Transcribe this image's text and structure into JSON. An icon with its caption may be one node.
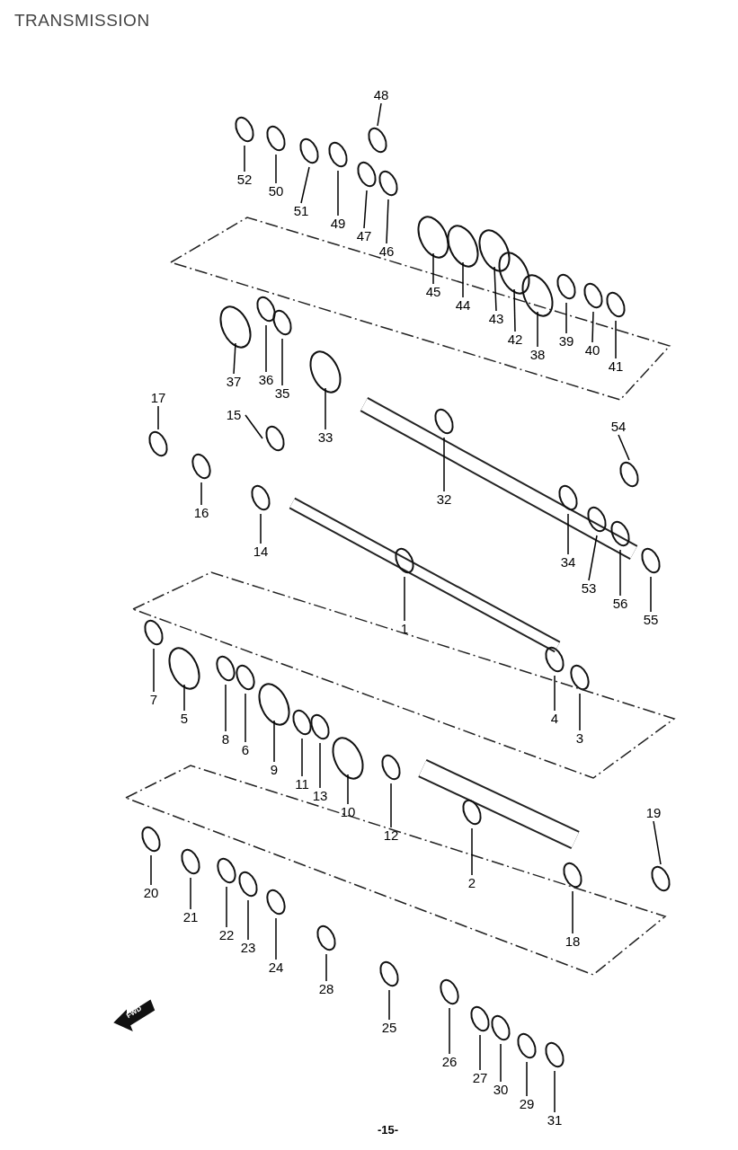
{
  "diagram": {
    "title": "TRANSMISSION",
    "nodes": [
      {
        "text": [
          "48"
        ]
      },
      {
        "text": [
          "52"
        ]
      },
      {
        "text": [
          "50"
        ]
      },
      {
        "text": [
          "51"
        ]
      },
      {
        "text": [
          "49"
        ]
      },
      {
        "text": [
          "47"
        ]
      },
      {
        "text": [
          "46"
        ]
      },
      {
        "text": [
          "45"
        ]
      },
      {
        "text": [
          "44"
        ]
      },
      {
        "text": [
          "43"
        ]
      },
      {
        "text": [
          "42"
        ]
      },
      {
        "text": [
          "38"
        ]
      },
      {
        "text": [
          "39"
        ]
      },
      {
        "text": [
          "40"
        ]
      },
      {
        "text": [
          "41"
        ]
      },
      {
        "text": [
          "37"
        ]
      },
      {
        "text": [
          "36"
        ]
      },
      {
        "text": [
          "35"
        ]
      },
      {
        "text": [
          "33"
        ]
      },
      {
        "text": [
          "17"
        ]
      },
      {
        "text": [
          "15"
        ]
      },
      {
        "text": [
          "32"
        ]
      },
      {
        "text": [
          "54"
        ]
      },
      {
        "text": [
          "16"
        ]
      },
      {
        "text": [
          "14"
        ]
      },
      {
        "text": [
          "34"
        ]
      },
      {
        "text": [
          "53"
        ]
      },
      {
        "text": [
          "56"
        ]
      },
      {
        "text": [
          "55"
        ]
      },
      {
        "text": [
          "1"
        ]
      },
      {
        "text": [
          "7"
        ]
      },
      {
        "text": [
          "5"
        ]
      },
      {
        "text": [
          "8"
        ]
      },
      {
        "text": [
          "6"
        ]
      },
      {
        "text": [
          "9"
        ]
      },
      {
        "text": [
          "11"
        ]
      },
      {
        "text": [
          "13"
        ]
      },
      {
        "text": [
          "10"
        ]
      },
      {
        "text": [
          "12"
        ]
      },
      {
        "text": [
          "4"
        ]
      },
      {
        "text": [
          "3"
        ]
      },
      {
        "text": [
          "19"
        ]
      },
      {
        "text": [
          "2"
        ]
      },
      {
        "text": [
          "20"
        ]
      },
      {
        "text": [
          "21"
        ]
      },
      {
        "text": [
          "22"
        ]
      },
      {
        "text": [
          "23"
        ]
      },
      {
        "text": [
          "24"
        ]
      },
      {
        "text": [
          "18"
        ]
      },
      {
        "text": [
          "28"
        ]
      },
      {
        "text": [
          "25"
        ]
      },
      {
        "text": [
          "26"
        ]
      },
      {
        "text": [
          "27"
        ]
      },
      {
        "text": [
          "30"
        ]
      },
      {
        "text": [
          "29"
        ]
      },
      {
        "text": [
          "31"
        ]
      }
    ],
    "edges": [
      {
        "from": 0,
        "to": null,
        "arrow": "none"
      },
      {
        "from": 1,
        "to": null,
        "arrow": "none"
      },
      {
        "from": 2,
        "to": null,
        "arrow": "none"
      },
      {
        "from": 3,
        "to": null,
        "arrow": "none"
      },
      {
        "from": 4,
        "to": null,
        "arrow": "none"
      },
      {
        "from": 5,
        "to": null,
        "arrow": "none"
      },
      {
        "from": 6,
        "to": null,
        "arrow": "none"
      },
      {
        "from": 7,
        "to": null,
        "arrow": "none"
      },
      {
        "from": 8,
        "to": null,
        "arrow": "none"
      },
      {
        "from": 9,
        "to": null,
        "arrow": "none"
      },
      {
        "from": 10,
        "to": null,
        "arrow": "none"
      },
      {
        "from": 11,
        "to": null,
        "arrow": "none"
      },
      {
        "from": 12,
        "to": null,
        "arrow": "none"
      },
      {
        "from": 13,
        "to": null,
        "arrow": "none"
      },
      {
        "from": 14,
        "to": null,
        "arrow": "none"
      },
      {
        "from": 15,
        "to": null,
        "arrow": "none"
      },
      {
        "from": 16,
        "to": null,
        "arrow": "none"
      },
      {
        "from": 17,
        "to": null,
        "arrow": "none"
      },
      {
        "from": 18,
        "to": null,
        "arrow": "none"
      },
      {
        "from": 19,
        "to": null,
        "arrow": "none"
      },
      {
        "from": 20,
        "to": null,
        "arrow": "none"
      },
      {
        "from": 21,
        "to": null,
        "arrow": "none"
      },
      {
        "from": 22,
        "to": null,
        "arrow": "none"
      },
      {
        "from": 23,
        "to": null,
        "arrow": "none"
      },
      {
        "from": 24,
        "to": null,
        "arrow": "none"
      },
      {
        "from": 25,
        "to": null,
        "arrow": "none"
      },
      {
        "from": 26,
        "to": null,
        "arrow": "none"
      },
      {
        "from": 27,
        "to": null,
        "arrow": "none"
      },
      {
        "from": 28,
        "to": null,
        "arrow": "none"
      },
      {
        "from": 29,
        "to": null,
        "arrow": "none"
      },
      {
        "from": 30,
        "to": null,
        "arrow": "none"
      },
      {
        "from": 31,
        "to": null,
        "arrow": "none"
      },
      {
        "from": 32,
        "to": null,
        "arrow": "none"
      },
      {
        "from": 33,
        "to": null,
        "arrow": "none"
      },
      {
        "from": 34,
        "to": null,
        "arrow": "none"
      },
      {
        "from": 35,
        "to": null,
        "arrow": "none"
      },
      {
        "from": 36,
        "to": null,
        "arrow": "none"
      },
      {
        "from": 37,
        "to": null,
        "arrow": "none"
      },
      {
        "from": 38,
        "to": null,
        "arrow": "none"
      },
      {
        "from": 39,
        "to": null,
        "arrow": "none"
      },
      {
        "from": 40,
        "to": null,
        "arrow": "none"
      },
      {
        "from": 41,
        "to": null,
        "arrow": "none"
      },
      {
        "from": 42,
        "to": null,
        "arrow": "none"
      },
      {
        "from": 43,
        "to": null,
        "arrow": "none"
      },
      {
        "from": 44,
        "to": null,
        "arrow": "none"
      },
      {
        "from": 45,
        "to": null,
        "arrow": "none"
      },
      {
        "from": 46,
        "to": null,
        "arrow": "none"
      },
      {
        "from": 47,
        "to": null,
        "arrow": "none"
      },
      {
        "from": 48,
        "to": null,
        "arrow": "none"
      },
      {
        "from": 49,
        "to": null,
        "arrow": "none"
      },
      {
        "from": 50,
        "to": null,
        "arrow": "none"
      },
      {
        "from": 51,
        "to": null,
        "arrow": "none"
      },
      {
        "from": 52,
        "to": null,
        "arrow": "none"
      },
      {
        "from": 53,
        "to": null,
        "arrow": "none"
      },
      {
        "from": 54,
        "to": null,
        "arrow": "none"
      },
      {
        "from": 55,
        "to": null,
        "arrow": "none"
      }
    ],
    "labels": [
      "FWD",
      "-15-"
    ]
  }
}
